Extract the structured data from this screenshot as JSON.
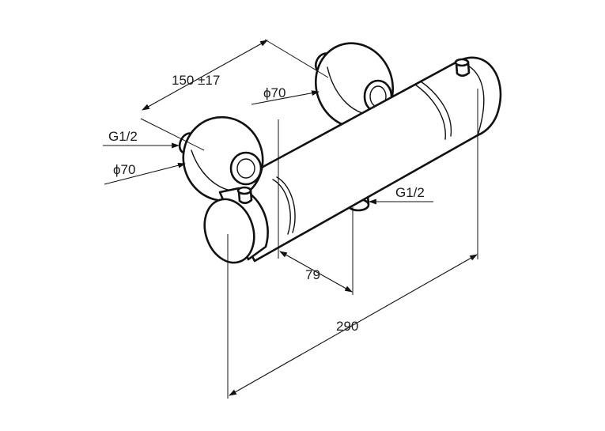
{
  "labels": {
    "spacing": "150 ±17",
    "dia_left": "ϕ70",
    "dia_right": "ϕ70",
    "thread_left": "G1/2",
    "thread_bottom": "G1/2",
    "offset_79": "79",
    "length_290": "290"
  },
  "colors": {
    "line": "#111111",
    "background": "#ffffff"
  }
}
